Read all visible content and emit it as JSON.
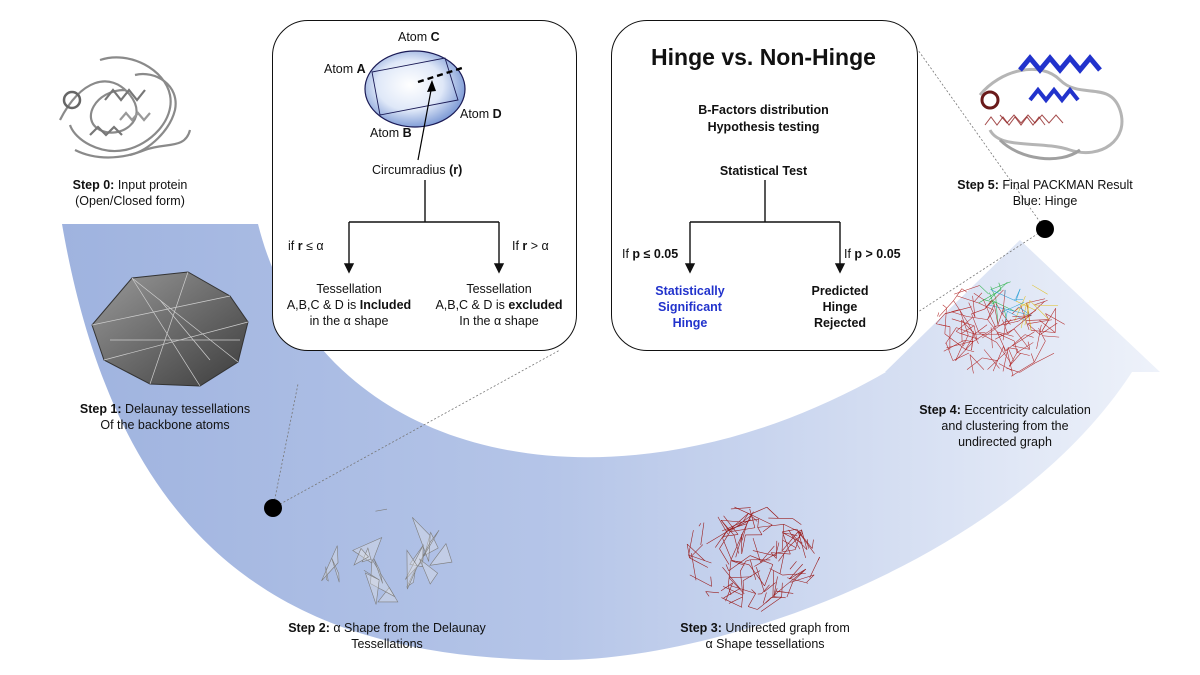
{
  "steps": {
    "step0": {
      "label": "Step 0:",
      "text": " Input protein",
      "line2": "(Open/Closed form)"
    },
    "step1": {
      "label": "Step 1:",
      "text": " Delaunay tessellations",
      "line2": "Of the backbone atoms"
    },
    "step2": {
      "label": "Step 2:",
      "text": " α Shape from the Delaunay",
      "line2": "Tessellations"
    },
    "step3": {
      "label": "Step 3:",
      "text": " Undirected graph from",
      "line2": "α Shape tessellations"
    },
    "step4": {
      "label": "Step 4:",
      "text": "  Eccentricity calculation",
      "line2": "and clustering from the",
      "line3": "undirected graph"
    },
    "step5": {
      "label": "Step 5:",
      "text": " Final PACKMAN Result",
      "line2": "Blue: Hinge"
    }
  },
  "alpha_box": {
    "atom_a": {
      "prefix": "Atom ",
      "letter": "A"
    },
    "atom_b": {
      "prefix": "Atom ",
      "letter": "B"
    },
    "atom_c": {
      "prefix": "Atom ",
      "letter": "C"
    },
    "atom_d": {
      "prefix": "Atom ",
      "letter": "D"
    },
    "circumradius": {
      "prefix": "Circumradius ",
      "var": "(r)"
    },
    "left_cond": {
      "prefix": "if ",
      "var": "r",
      "rest": " ≤ α"
    },
    "right_cond": {
      "prefix": "If ",
      "var": "r",
      "rest": " >  α"
    },
    "left_result": {
      "l1": "Tessellation",
      "l2a": "A,B,C & D is ",
      "l2b": "Included",
      "l3": "in the α shape"
    },
    "right_result": {
      "l1": "Tessellation",
      "l2a": "A,B,C & D is ",
      "l2b": "excluded",
      "l3": "In the α shape"
    }
  },
  "hinge_box": {
    "title": "Hinge vs. Non-Hinge",
    "line1": "B-Factors distribution",
    "line2": "Hypothesis testing",
    "test": "Statistical Test",
    "left_cond": {
      "prefix": "If ",
      "var": "p",
      "rest": " ≤ 0.05"
    },
    "right_cond": {
      "prefix": "If ",
      "var": "p",
      "rest": " >  0.05"
    },
    "left_result": [
      "Statistically",
      "Significant",
      "Hinge"
    ],
    "right_result": [
      "Predicted",
      "Hinge",
      "Rejected"
    ]
  },
  "colors": {
    "arrow_light": "#e9eef8",
    "arrow_dark": "#9fb3df",
    "hinge_blue": "#2233cc",
    "mesh_red": "#9a1e1e",
    "mesh_gray": "#7d7d7d",
    "box_border": "#111111"
  }
}
